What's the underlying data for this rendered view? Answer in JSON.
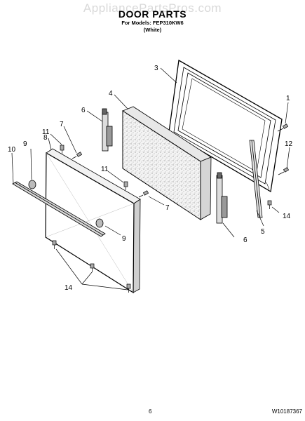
{
  "header": {
    "watermark": "AppliancePartsPros.com",
    "title": "DOOR PARTS",
    "models_line": "For Models: FEP310KW6",
    "color_line": "(White)"
  },
  "callouts": [
    "1",
    "3",
    "4",
    "5",
    "6",
    "6",
    "7",
    "7",
    "8",
    "9",
    "9",
    "10",
    "11",
    "11",
    "12",
    "14",
    "14"
  ],
  "footer": {
    "page_number": "6",
    "document_number": "W10187367"
  }
}
